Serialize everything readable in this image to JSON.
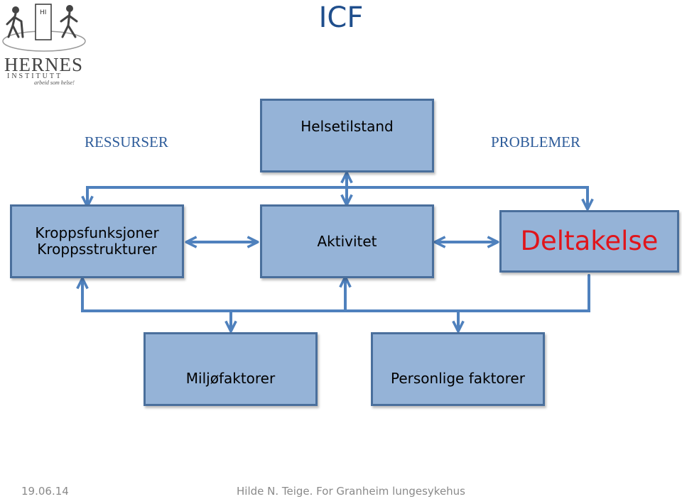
{
  "title": "ICF",
  "labels": {
    "left": "RESSURSER",
    "right": "PROBLEMER"
  },
  "boxes": {
    "health": "Helsetilstand",
    "body_line1": "Kroppsfunksjoner",
    "body_line2": "Kroppsstrukturer",
    "activity": "Aktivitet",
    "participation": "Deltakelse",
    "environment": "Miljøfaktorer",
    "personal": "Personlige faktorer"
  },
  "logo": {
    "name": "HERNES",
    "sub": "INSTITUTT",
    "tagline": "arbeid som helse!",
    "door_text": "HI"
  },
  "footer": {
    "date": "19.06.14",
    "author": "Hilde N. Teige. For Granheim lungesykehus"
  },
  "colors": {
    "box_fill": "#95b3d7",
    "box_border": "#4a6f9c",
    "arrow": "#4f81bd",
    "participation_text": "#e0151b",
    "title": "#1f4e8c"
  }
}
